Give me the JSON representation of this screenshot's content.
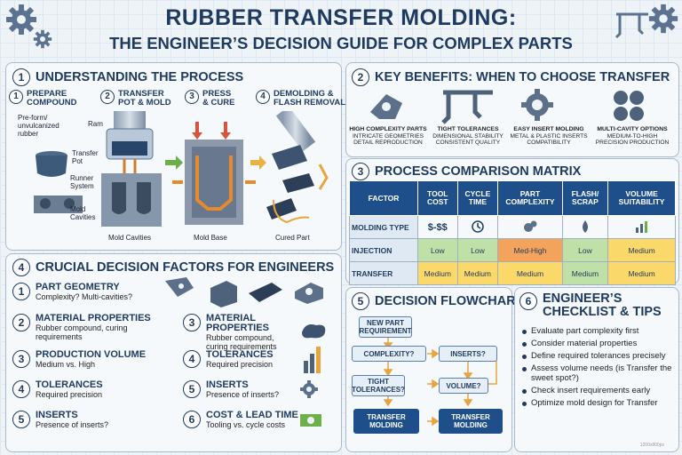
{
  "header": {
    "title_line1": "RUBBER TRANSFER MOLDING:",
    "title_line2": "THE ENGINEER’S DECISION GUIDE FOR COMPLEX PARTS"
  },
  "section1": {
    "number": "1",
    "title": "UNDERSTANDING THE PROCESS",
    "steps": [
      {
        "number": "1",
        "title_a": "PREPARE",
        "title_b": "COMPOUND"
      },
      {
        "number": "2",
        "title_a": "TRANSFER",
        "title_b": "POT & MOLD"
      },
      {
        "number": "3",
        "title_a": "PRESS",
        "title_b": "& CURE"
      },
      {
        "number": "4",
        "title_a": "DEMOLDING &",
        "title_b": "FLASH REMOVAL"
      }
    ],
    "labels": {
      "preform_a": "Pre-form/",
      "preform_b": "unvulcanized",
      "preform_c": "rubber",
      "ram": "Ram",
      "transfer_pot_a": "Transfer",
      "transfer_pot_b": "Pot",
      "runner_a": "Runner",
      "runner_b": "System",
      "mold_cav_a": "Mold",
      "mold_cav_b": "Cavities",
      "cap_mold_cavities": "Mold Cavities",
      "cap_mold_base": "Mold Base",
      "cap_cured_part": "Cured Part"
    }
  },
  "section2": {
    "number": "2",
    "title": "KEY BENEFITS: WHEN TO CHOOSE TRANSFER",
    "benefits": [
      {
        "title": "HIGH COMPLEXITY PARTS",
        "line2": "INTRICATE GEOMETRIES",
        "line3": "DETAIL REPRODUCTION",
        "icon": "complex-part-icon"
      },
      {
        "title": "TIGHT TOLERANCES",
        "line2": "DIMENSIONAL STABILITY",
        "line3": "CONSISTENT QUALITY",
        "icon": "caliper-icon"
      },
      {
        "title": "EASY INSERT MOLDING",
        "line2": "METAL & PLASTIC INSERTS",
        "line3": "COMPATIBILITY",
        "icon": "gear-insert-icon"
      },
      {
        "title": "MULTI-CAVITY OPTIONS",
        "line2": "MEDIUM-TO-HIGH",
        "line3": "PRECISION PRODUCTION",
        "icon": "multi-cavity-icon"
      }
    ]
  },
  "section3": {
    "number": "3",
    "title": "PROCESS COMPARISON MATRIX",
    "headers": [
      "FACTOR",
      "TOOL COST",
      "CYCLE TIME",
      "PART COMPLEXITY",
      "FLASH/ SCRAP",
      "VOLUME SUITABILITY"
    ],
    "rows": [
      {
        "label": "MOLDING TYPE",
        "cells": [
          "$-$$",
          "clock-icon",
          "gears-icon",
          "drop-icon",
          "bar-chart-icon"
        ]
      },
      {
        "label": "INJECTION",
        "cells": [
          "Low",
          "Low",
          "Med-High",
          "Low",
          "Medium"
        ]
      },
      {
        "label": "TRANSFER",
        "cells": [
          "Medium",
          "Medium",
          "Medium",
          "Medium",
          "Medium"
        ]
      }
    ],
    "colors": {
      "green": "#bfe0a6",
      "orange": "#f4a35d",
      "yellow": "#fad86a",
      "header": "#1f4f8b"
    }
  },
  "section4": {
    "number": "4",
    "title": "CRUCIAL DECISION FACTORS FOR ENGINEERS",
    "left": [
      {
        "number": "1",
        "title": "PART GEOMETRY",
        "desc": "Complexity? Multi-cavities?"
      },
      {
        "number": "2",
        "title": "MATERIAL PROPERTIES",
        "desc": "Rubber compound, curing requirements"
      },
      {
        "number": "3",
        "title": "PRODUCTION VOLUME",
        "desc": "Medium vs. High"
      },
      {
        "number": "4",
        "title": "TOLERANCES",
        "desc": "Required precision"
      },
      {
        "number": "5",
        "title": "INSERTS",
        "desc": "Presence of inserts?"
      }
    ],
    "right": [
      {
        "number": "3",
        "title": "MATERIAL PROPERTIES",
        "desc": "Rubber compound, curing requirements"
      },
      {
        "number": "4",
        "title": "TOLERANCES",
        "desc": "Required precision"
      },
      {
        "number": "5",
        "title": "INSERTS",
        "desc": "Presence of inserts?"
      },
      {
        "number": "6",
        "title": "COST & LEAD TIME",
        "desc": "Tooling vs. cycle costs"
      }
    ]
  },
  "section5": {
    "number": "5",
    "title": "DECISION FLOWCHART",
    "boxes": {
      "start": "NEW PART REQUIREMENT",
      "complexity": "COMPLEXITY?",
      "inserts": "INSERTS?",
      "tolerances": "TIGHT TOLERANCES?",
      "volume": "VOLUME?",
      "out1": "TRANSFER MOLDING",
      "out2": "TRANSFER MOLDING"
    }
  },
  "section6": {
    "number": "6",
    "title_a": "ENGINEER’S",
    "title_b": "CHECKLIST & TIPS",
    "items": [
      "Evaluate part complexity first",
      "Consider material properties",
      "Define required tolerances precisely",
      "Assess volume needs (is Transfer the sweet spot?)",
      "Check insert requirements early",
      "Optimize mold design for Transfer"
    ]
  },
  "watermark": "1200x800px"
}
